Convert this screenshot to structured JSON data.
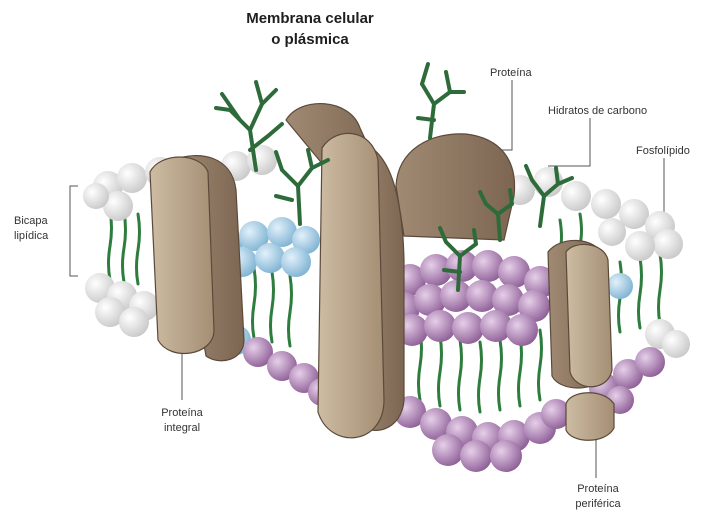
{
  "title": {
    "line1": "Membrana celular",
    "line2": "o plásmica"
  },
  "labels": {
    "proteina": "Proteína",
    "hidratos": "Hidratos de carbono",
    "fosfolipido": "Fosfolípido",
    "bicapa_line1": "Bicapa",
    "bicapa_line2": "lipídica",
    "integral_line1": "Proteína",
    "integral_line2": "integral",
    "periferica_line1": "Proteína",
    "periferica_line2": "periférica"
  },
  "colors": {
    "protein": "#b8a58c",
    "protein_dark": "#8a7560",
    "tail": "#2e7d3e",
    "head_white": "#f2f2f2",
    "head_blue": "#a9cde3",
    "head_purple": "#b78bbd",
    "carbohydrate": "#2e6b3a"
  }
}
